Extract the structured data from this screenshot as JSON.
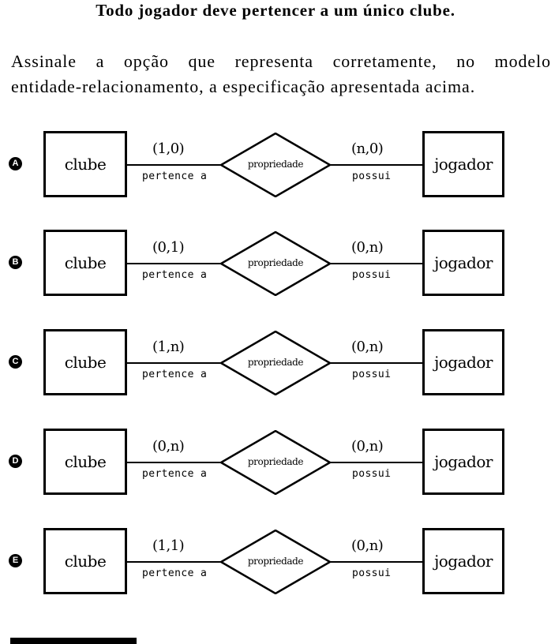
{
  "heading": "Todo jogador deve pertencer a um único clube.",
  "question": {
    "line1": "Assinale a opção que representa corretamente, no modelo",
    "line2": "entidade-relacionamento, a especificação apresentada acima."
  },
  "options": [
    {
      "letter": "A",
      "left_entity": "clube",
      "right_entity": "jogador",
      "relationship": "propriedade",
      "left_cardinality": "(1,0)",
      "right_cardinality": "(n,0)",
      "left_role": "pertence a",
      "right_role": "possui"
    },
    {
      "letter": "B",
      "left_entity": "clube",
      "right_entity": "jogador",
      "relationship": "propriedade",
      "left_cardinality": "(0,1)",
      "right_cardinality": "(0,n)",
      "left_role": "pertence a",
      "right_role": "possui"
    },
    {
      "letter": "C",
      "left_entity": "clube",
      "right_entity": "jogador",
      "relationship": "propriedade",
      "left_cardinality": "(1,n)",
      "right_cardinality": "(0,n)",
      "left_role": "pertence a",
      "right_role": "possui"
    },
    {
      "letter": "D",
      "left_entity": "clube",
      "right_entity": "jogador",
      "relationship": "propriedade",
      "left_cardinality": "(0,n)",
      "right_cardinality": "(0,n)",
      "left_role": "pertence a",
      "right_role": "possui"
    },
    {
      "letter": "E",
      "left_entity": "clube",
      "right_entity": "jogador",
      "relationship": "propriedade",
      "left_cardinality": "(1,1)",
      "right_cardinality": "(0,n)",
      "left_role": "pertence a",
      "right_role": "possui"
    }
  ]
}
